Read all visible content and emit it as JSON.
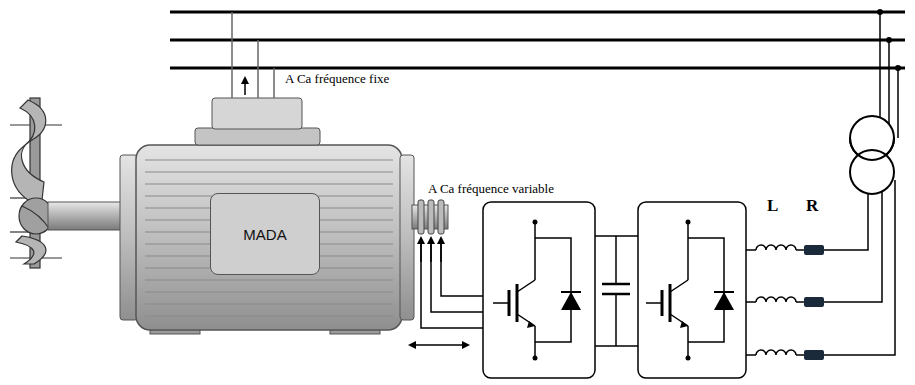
{
  "diagram": {
    "nodes": [
      {
        "text": [
          "MADA"
        ]
      }
    ],
    "labels": [
      "A Ca fréquence fixe",
      "A Ca fréquence variable",
      "L",
      "R"
    ]
  }
}
